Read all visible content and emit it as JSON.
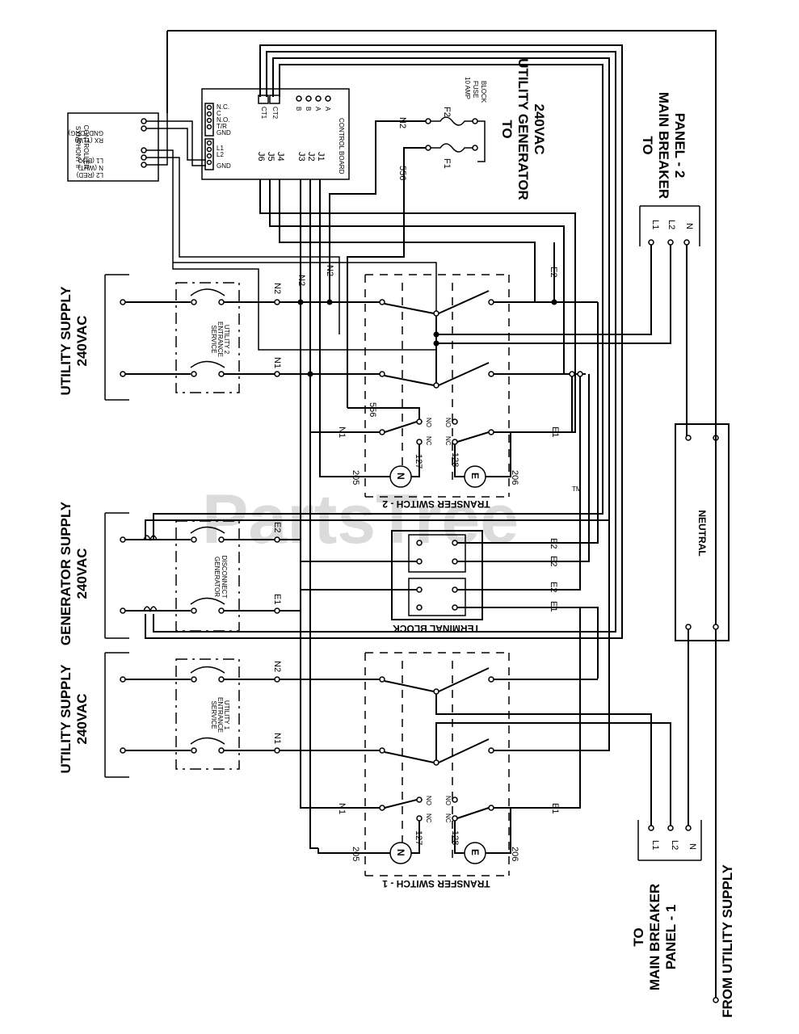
{
  "watermark": "PartsTree",
  "watermark_tm": "TM",
  "controller": {
    "title_line1": "SYMPHONY II",
    "title_line2": "CONTROLLER",
    "gnd": "GND (ORG)",
    "rx": "RX (YLW)",
    "l1": "L1 (BLK)",
    "n": "N (WHT)",
    "l2": "L2 (RED)"
  },
  "control_board": {
    "label": "CONTROL BOARD",
    "relay_nc": "N.C.",
    "relay_c": "C",
    "relay_no": "N.O.",
    "t_r": "T/R",
    "gnd": "GND",
    "pin_l1": "L1",
    "pin_l2": "L2",
    "gnd2": "GND",
    "ct1": "CT1",
    "ct2": "CT2",
    "j6": "J6",
    "j5": "J5",
    "j4": "J4",
    "j3": "J3",
    "j2": "J2",
    "j1": "J1",
    "b1": "B",
    "b2": "B",
    "a1": "A",
    "a2": "A"
  },
  "fuse_block": {
    "label_line1": "10 AMP",
    "label_line2": "FUSE",
    "label_line3": "BLOCK",
    "f1": "F1",
    "f2": "F2"
  },
  "utility_generator": {
    "line1": "TO",
    "line2": "UTILITY GENERATOR",
    "line3": "240VAC"
  },
  "main_breaker_2": {
    "line1": "TO",
    "line2": "MAIN BREAKER",
    "line3": "PANEL - 2",
    "l1": "L1",
    "l2": "L2",
    "n": "N"
  },
  "main_breaker_1": {
    "line1": "TO",
    "line2": "MAIN BREAKER",
    "line3": "PANEL - 1",
    "l1": "L1",
    "l2": "L2",
    "n": "N"
  },
  "from_utility": "FROM UTILITY SUPPLY",
  "utility_supply_2": {
    "line1": "UTILITY SUPPLY",
    "line2": "240VAC",
    "disconnect": [
      "SERVICE",
      "ENTRANCE",
      "UTILITY 2"
    ]
  },
  "generator_supply": {
    "line1": "GENERATOR SUPPLY",
    "line2": "240VAC",
    "disconnect": [
      "GENERATOR",
      "DISCONNECT"
    ]
  },
  "utility_supply_1": {
    "line1": "UTILITY SUPPLY",
    "line2": "240VAC",
    "disconnect": [
      "SERVICE",
      "ENTRANCE",
      "UTILITY 1"
    ]
  },
  "transfer_switch_2": "TRANSFER SWITCH - 2",
  "transfer_switch_1": "TRANSFER SWITCH - 1",
  "terminal_block": "TERMINAL BLOCK",
  "neutral": "NEUTRAL",
  "coil_n": "N",
  "coil_e": "E",
  "wires": {
    "n1": "N1",
    "n2": "N2",
    "e1": "E1",
    "e2": "E2",
    "w556": "556",
    "w205": "205",
    "w206": "206",
    "w127": "127",
    "w128": "128",
    "no": "NO",
    "nc": "NC"
  }
}
